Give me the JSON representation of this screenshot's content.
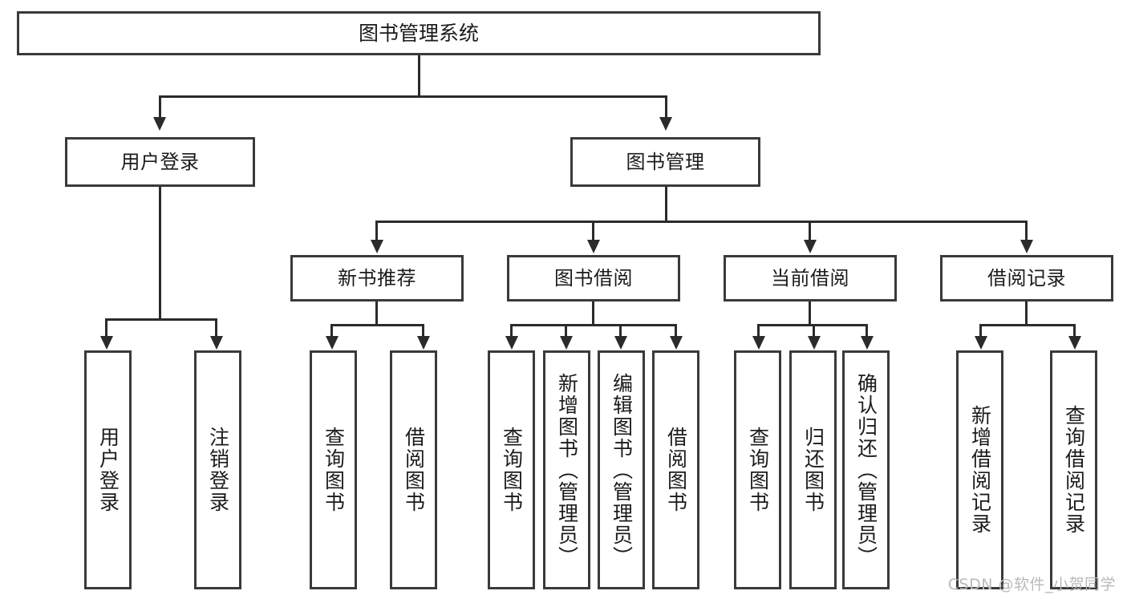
{
  "diagram": {
    "type": "tree",
    "title": "图书管理系统",
    "watermark": "CSDN @软件_小贺同学",
    "colors": {
      "box_border": "#3a3a3a",
      "edge": "#2b2b2b",
      "background": "#ffffff",
      "text": "#1b1b1b",
      "watermark": "#b9b9b9"
    },
    "levels": {
      "root": "图书管理系统",
      "level2": [
        "用户登录",
        "图书管理"
      ],
      "level3": [
        "新书推荐",
        "图书借阅",
        "当前借阅",
        "借阅记录"
      ],
      "leaves": [
        "用户登录",
        "注销登录",
        "查询图书",
        "借阅图书",
        "查询图书",
        "新增图书（管理员）",
        "编辑图书（管理员）",
        "借阅图书",
        "查询图书",
        "归还图书",
        "确认归还（管理员）",
        "新增借阅记录",
        "查询借阅记录"
      ]
    },
    "nodes": {
      "root": {
        "label": "图书管理系统"
      },
      "user_login": {
        "label": "用户登录"
      },
      "book_mgmt": {
        "label": "图书管理"
      },
      "new_book_rec": {
        "label": "新书推荐"
      },
      "book_borrow": {
        "label": "图书借阅"
      },
      "current_borrow": {
        "label": "当前借阅"
      },
      "borrow_record": {
        "label": "借阅记录"
      },
      "leaf_user_login": {
        "label": "用户登录"
      },
      "leaf_user_logout": {
        "label": "注销登录"
      },
      "leaf_query_book_a": {
        "label": "查询图书"
      },
      "leaf_borrow_book_a": {
        "label": "借阅图书"
      },
      "leaf_query_book_b": {
        "label": "查询图书"
      },
      "leaf_add_book": {
        "label": "新增图书（管理员）"
      },
      "leaf_edit_book": {
        "label": "编辑图书（管理员）"
      },
      "leaf_borrow_book_b": {
        "label": "借阅图书"
      },
      "leaf_query_book_c": {
        "label": "查询图书"
      },
      "leaf_return_book": {
        "label": "归还图书"
      },
      "leaf_confirm_return": {
        "label": "确认归还（管理员）"
      },
      "leaf_add_record": {
        "label": "新增借阅记录"
      },
      "leaf_query_record": {
        "label": "查询借阅记录"
      }
    }
  }
}
